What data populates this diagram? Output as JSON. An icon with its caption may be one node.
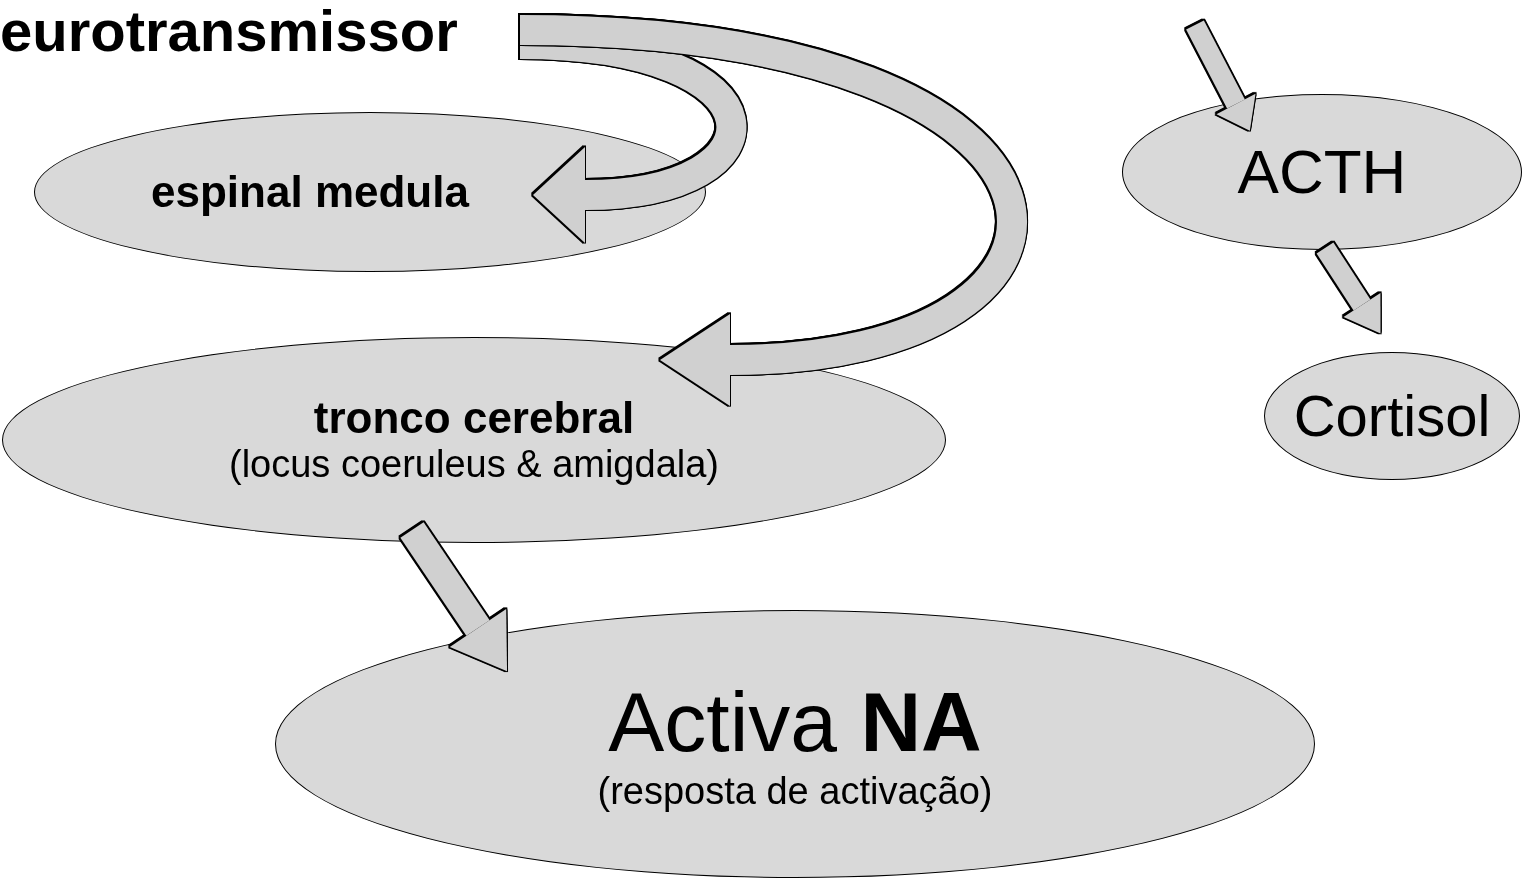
{
  "diagram": {
    "nodes": [
      {
        "text": [
          "eurotransmissor"
        ]
      },
      {
        "text": [
          "espinal medula"
        ]
      },
      {
        "text": [
          "tronco cerebral",
          "(locus coeruleus & amigdala)"
        ]
      },
      {
        "text": [
          "Activa **NA**",
          "(resposta de activação)"
        ]
      },
      {
        "text": [
          "ACTH"
        ]
      },
      {
        "text": [
          "Cortisol"
        ]
      }
    ],
    "edges": [
      {
        "from": 0,
        "to": 1,
        "arrow": "to"
      },
      {
        "from": 0,
        "to": 2,
        "arrow": "to"
      },
      {
        "from": null,
        "to": 4,
        "arrow": "to"
      },
      {
        "from": 4,
        "to": 5,
        "arrow": "to"
      },
      {
        "from": 2,
        "to": 3,
        "arrow": "to"
      }
    ]
  }
}
